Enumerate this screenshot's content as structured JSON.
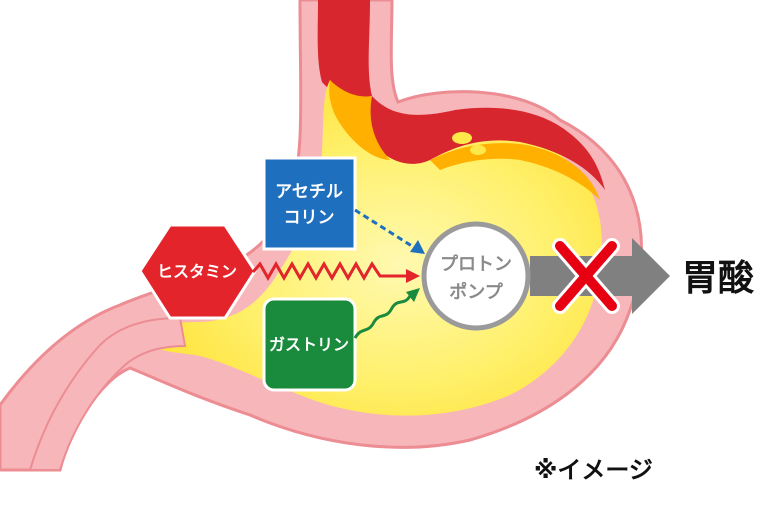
{
  "labels": {
    "acetylcholine_line1": "アセチル",
    "acetylcholine_line2": "コリン",
    "histamine": "ヒスタミン",
    "gastrin": "ガストリン",
    "proton_pump_line1": "プロトン",
    "proton_pump_line2": "ポンプ",
    "gastric_acid": "胃酸",
    "note": "※イメージ"
  },
  "colors": {
    "stomach_wall": "#f7b6b9",
    "stomach_wall_edge": "#ec8c93",
    "stomach_inner": "#fff37a",
    "stomach_inner_mid": "#ffe94a",
    "bleeding": "#d8262f",
    "acetylcholine": "#1f6fbf",
    "histamine": "#e3242b",
    "gastrin": "#1a8a3c",
    "proton_pump_border": "#9a9a9a",
    "arrow": "#808080",
    "block_x": "#e60012"
  }
}
